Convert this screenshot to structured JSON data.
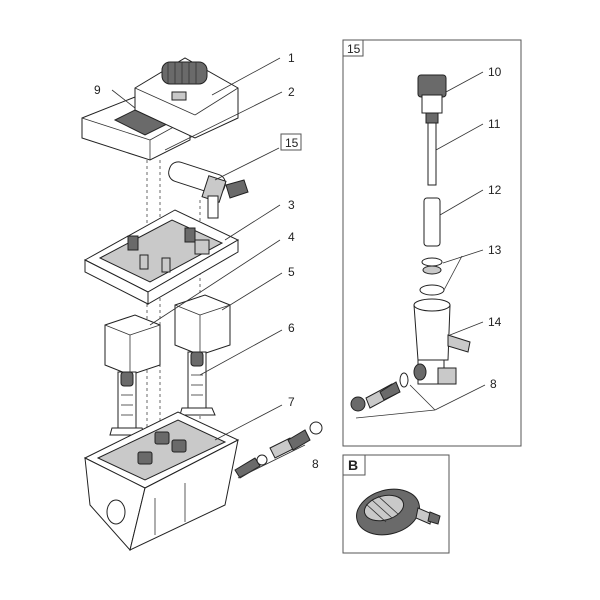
{
  "callouts": {
    "c1": "1",
    "c2": "2",
    "c3": "3",
    "c4": "4",
    "c5": "5",
    "c6": "6",
    "c7": "7",
    "c8a": "8",
    "c8b": "8",
    "c9": "9",
    "c10": "10",
    "c11": "11",
    "c12": "12",
    "c13": "13",
    "c14": "14",
    "c15": "15",
    "c15box": "15",
    "cB": "B"
  }
}
